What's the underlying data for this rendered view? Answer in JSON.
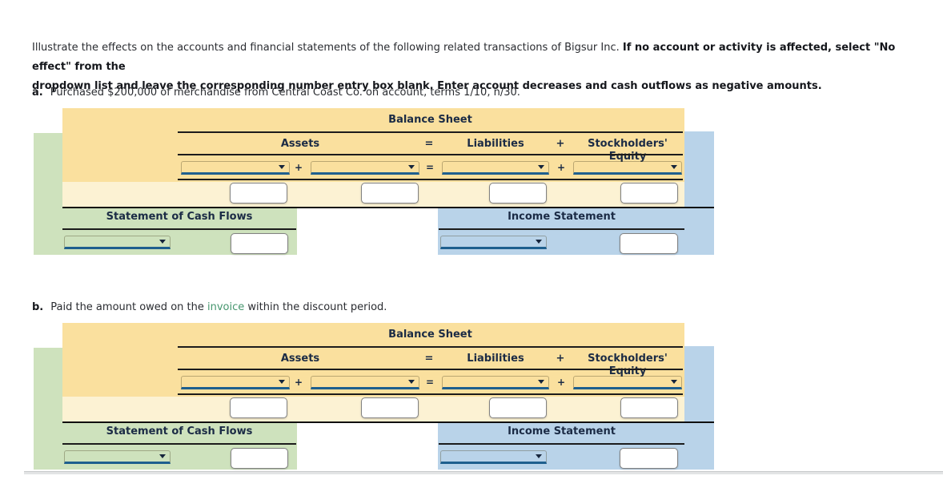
{
  "colors": {
    "panel_yellow": "#fae09e",
    "panel_cream": "#fcf2d3",
    "panel_green": "#cee2bd",
    "panel_blue": "#b9d3e9",
    "header_text": "#1b2b45",
    "body_text": "#2a2c31",
    "link_green": "#46966e",
    "dropdown_underline": "#1e5f8e",
    "rule_black": "#1c1c1c",
    "entry_border": "#828282"
  },
  "instructions": {
    "normal": "Illustrate the effects on the accounts and financial statements of the following related transactions of Bigsur Inc. ",
    "bold_line1": "If no account or activity is affected, select \"No effect\" from the",
    "bold_line2": "dropdown list and leave the corresponding number entry box blank. Enter account decreases and cash outflows as negative amounts."
  },
  "labels": {
    "balance_sheet_title": "Balance Sheet",
    "assets": "Assets",
    "equals": "=",
    "liabilities": "Liabilities",
    "plus": "+",
    "stockholders_equity": "Stockholders' Equity",
    "cash_flows_title": "Statement of Cash Flows",
    "income_statement_title": "Income Statement"
  },
  "transactions": [
    {
      "letter": "a.",
      "text_before_link": "Purchased $200,000 of merchandise from Central Coast Co. on account, terms 1/10, n/30.",
      "link_text": "",
      "text_after_link": "",
      "balance_sheet": {
        "asset_dropdown_1": "",
        "asset_dropdown_2": "",
        "liability_dropdown": "",
        "equity_dropdown": "",
        "asset_entry_1": "",
        "asset_entry_2": "",
        "liability_entry": "",
        "equity_entry": ""
      },
      "cash_flows": {
        "dropdown": "",
        "entry": ""
      },
      "income_statement": {
        "dropdown": "",
        "entry": ""
      }
    },
    {
      "letter": "b.",
      "text_before_link": "Paid the amount owed on the ",
      "link_text": "invoice",
      "text_after_link": " within the discount period.",
      "balance_sheet": {
        "asset_dropdown_1": "",
        "asset_dropdown_2": "",
        "liability_dropdown": "",
        "equity_dropdown": "",
        "asset_entry_1": "",
        "asset_entry_2": "",
        "liability_entry": "",
        "equity_entry": ""
      },
      "cash_flows": {
        "dropdown": "",
        "entry": ""
      },
      "income_statement": {
        "dropdown": "",
        "entry": ""
      }
    }
  ]
}
